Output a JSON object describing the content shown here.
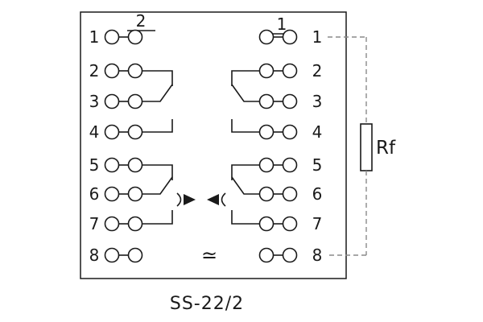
{
  "caption": "SS-22/2",
  "labels": {
    "resistor": "Rf",
    "ac_symbol": "≃",
    "left_top": "2",
    "right_top": "1"
  },
  "left": {
    "terminals": [
      "1",
      "2",
      "3",
      "4",
      "5",
      "6",
      "7",
      "8"
    ]
  },
  "right": {
    "terminals": [
      "1",
      "2",
      "3",
      "4",
      "5",
      "6",
      "7",
      "8"
    ]
  },
  "colors": {
    "line": "#1a1a1a",
    "dashed": "#8a8a8a",
    "background": "#ffffff"
  }
}
